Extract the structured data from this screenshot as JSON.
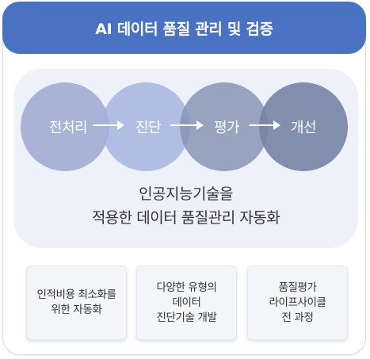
{
  "header": {
    "title": "AI 데이터 품질 관리 및 검증"
  },
  "process": {
    "steps": [
      "전처리",
      "진단",
      "평가",
      "개선"
    ],
    "caption_line1": "인공지능기술을",
    "caption_line2": "적용한 데이터 품질관리 자동화"
  },
  "cards": [
    {
      "line1": "인적비용 최소화를",
      "line2": "위한 자동화",
      "line3": ""
    },
    {
      "line1": "다양한 유형의",
      "line2": "데이터",
      "line3": "진단기술 개발"
    },
    {
      "line1": "품질평가",
      "line2": "라이프사이클",
      "line3": "전 과정"
    }
  ],
  "colors": {
    "header_bg": "#4a72c2",
    "panel_bg": "#eef1fa",
    "circle_1": "#96a4cd",
    "circle_2": "#a0b2de",
    "circle_3": "#8290b2",
    "circle_4": "#7683a5"
  }
}
